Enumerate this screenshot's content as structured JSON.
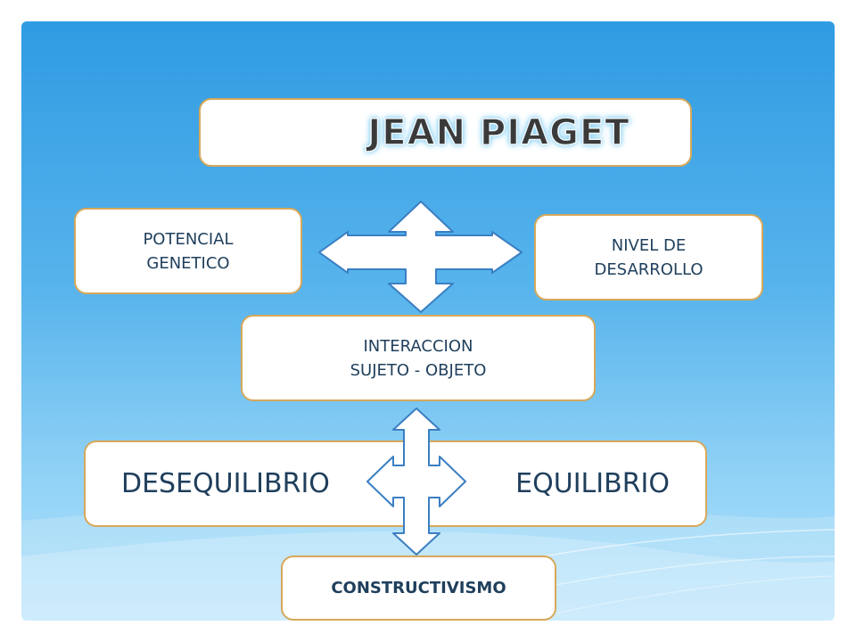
{
  "colors": {
    "background_top": "#2f9be2",
    "background_bottom": "#b3e2fa",
    "box_fill": "#ffffff",
    "box_border": "#d7a85a",
    "text": "#1f3f5c",
    "arrow_fill": "#ffffff",
    "arrow_stroke": "#3a7fc2"
  },
  "title": "JEAN PIAGET",
  "nodes": {
    "potencial": "POTENCIAL\nGENETICO",
    "nivel": "NIVEL DE\nDESARROLLO",
    "interaccion": "INTERACCION\nSUJETO - OBJETO",
    "desequilibrio": "DESEQUILIBRIO",
    "equilibrio": "EQUILIBRIO",
    "constructivismo": "CONSTRUCTIVISMO"
  },
  "arrows": [
    "four-way-arrow-top",
    "four-way-arrow-bottom"
  ]
}
